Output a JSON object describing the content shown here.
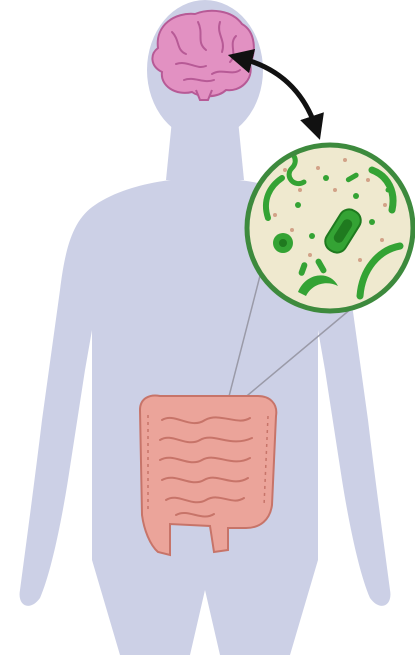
{
  "diagram": {
    "nodes": [
      {
        "id": "brain",
        "label": ""
      },
      {
        "id": "gut-microbiota",
        "label": ""
      },
      {
        "id": "intestines",
        "label": ""
      }
    ],
    "edges": [
      {
        "from": "brain",
        "to": "gut-microbiota",
        "style": "double-headed-arrow"
      },
      {
        "from": "intestines",
        "to": "gut-microbiota",
        "style": "zoom-callout-lines"
      }
    ],
    "colors": {
      "body": "#ccd0e6",
      "brain": "#e291c2",
      "brain_outline": "#b75a96",
      "intestine": "#eba49a",
      "intestine_outline": "#c77469",
      "magnifier_fill": "#efe9cf",
      "magnifier_ring": "#3d8a3d",
      "bacteria": "#34a334",
      "bacteria_dark": "#1f7a1f",
      "arrow": "#111111"
    }
  }
}
